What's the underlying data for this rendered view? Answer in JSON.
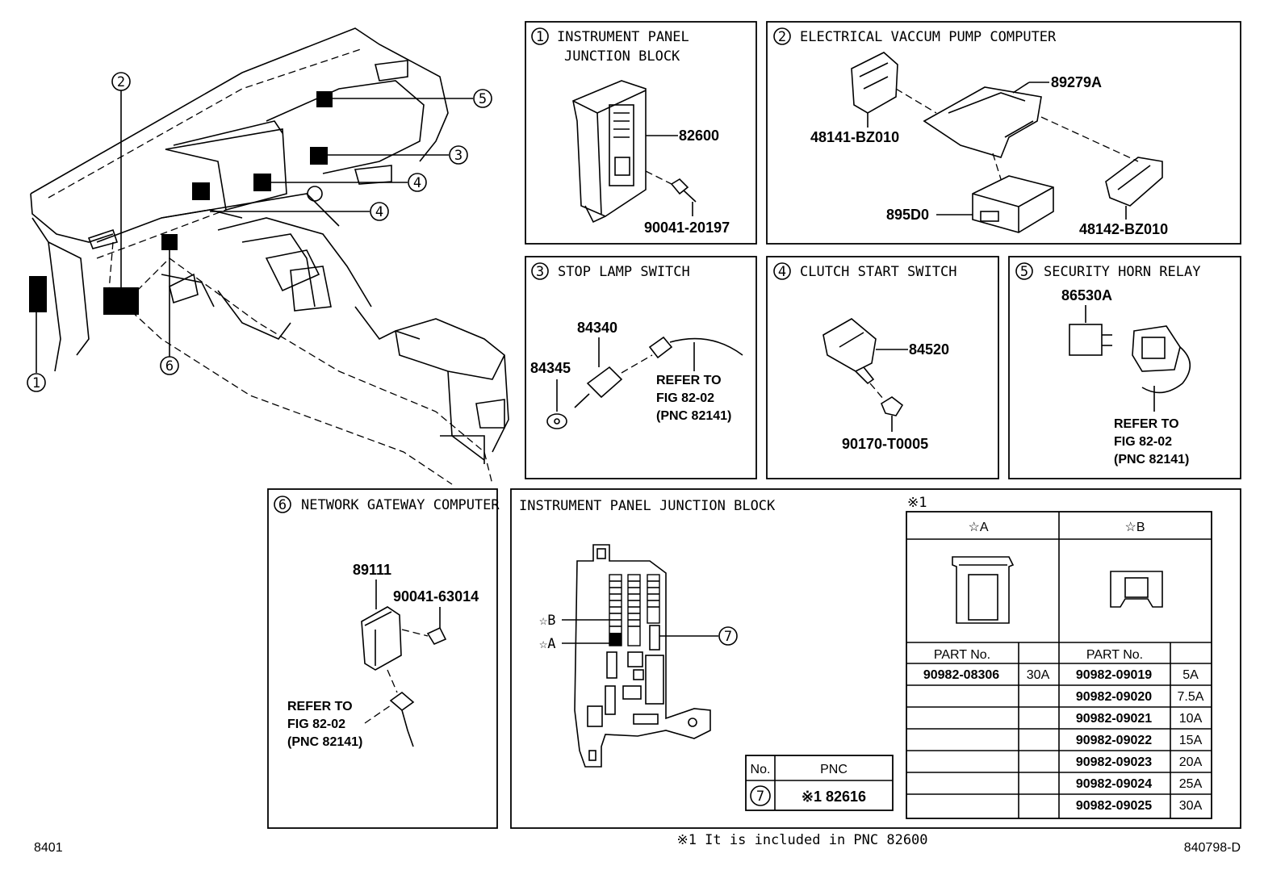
{
  "diagram": {
    "callouts": [
      "1",
      "2",
      "3",
      "4",
      "4",
      "5",
      "6"
    ],
    "panels": {
      "p1": {
        "num": "1",
        "title_l1": "INSTRUMENT PANEL",
        "title_l2": "JUNCTION BLOCK",
        "part_a": "82600",
        "part_b": "90041-20197"
      },
      "p2": {
        "num": "2",
        "title": "ELECTRICAL VACCUM PUMP COMPUTER",
        "part_a": "89279A",
        "part_b": "48141-BZ010",
        "part_c": "895D0",
        "part_d": "48142-BZ010"
      },
      "p3": {
        "num": "3",
        "title": "STOP LAMP SWITCH",
        "part_a": "84340",
        "part_b": "84345",
        "ref_l1": "REFER TO",
        "ref_l2": "FIG 82-02",
        "ref_l3": "(PNC 82141)"
      },
      "p4": {
        "num": "4",
        "title": "CLUTCH START SWITCH",
        "part_a": "84520",
        "part_b": "90170-T0005"
      },
      "p5": {
        "num": "5",
        "title": "SECURITY HORN RELAY",
        "part_a": "86530A",
        "ref_l1": "REFER TO",
        "ref_l2": "FIG 82-02",
        "ref_l3": "(PNC 82141)"
      },
      "p6": {
        "num": "6",
        "title": "NETWORK GATEWAY COMPUTER",
        "part_a": "89111",
        "part_b": "90041-63014",
        "ref_l1": "REFER TO",
        "ref_l2": "FIG 82-02",
        "ref_l3": "(PNC 82141)"
      },
      "p7": {
        "title": "INSTRUMENT PANEL JUNCTION BLOCK",
        "star_b": "☆B",
        "star_a": "☆A",
        "num": "7"
      }
    },
    "pnc_table": {
      "col_no": "No.",
      "col_pnc": "PNC",
      "row_no": "7",
      "row_pnc": "※1 82616"
    },
    "fuse_table": {
      "note_mark": "※1",
      "head_a": "☆A",
      "head_b": "☆B",
      "col_part": "PART No.",
      "rows_a": [
        {
          "part": "90982-08306",
          "amp": "30A"
        }
      ],
      "rows_b": [
        {
          "part": "90982-09019",
          "amp": "5A"
        },
        {
          "part": "90982-09020",
          "amp": "7.5A"
        },
        {
          "part": "90982-09021",
          "amp": "10A"
        },
        {
          "part": "90982-09022",
          "amp": "15A"
        },
        {
          "part": "90982-09023",
          "amp": "20A"
        },
        {
          "part": "90982-09024",
          "amp": "25A"
        },
        {
          "part": "90982-09025",
          "amp": "30A"
        }
      ]
    },
    "footer": {
      "left": "8401",
      "note": "※1 It is included in PNC 82600",
      "right": "840798-D"
    }
  }
}
